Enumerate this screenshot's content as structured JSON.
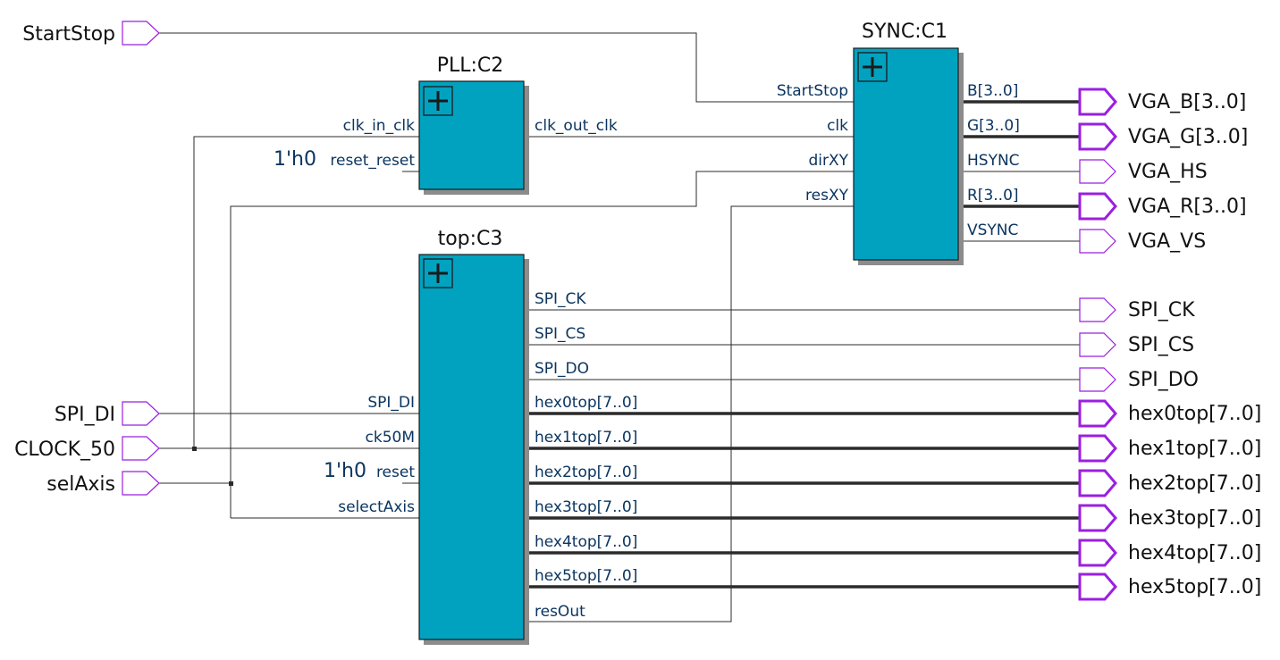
{
  "inputs": {
    "startstop": "StartStop",
    "spi_di": "SPI_DI",
    "clock_50": "CLOCK_50",
    "selaxis": "selAxis"
  },
  "outputs": {
    "vga_b": "VGA_B[3..0]",
    "vga_g": "VGA_G[3..0]",
    "vga_hs": "VGA_HS",
    "vga_r": "VGA_R[3..0]",
    "vga_vs": "VGA_VS",
    "spi_ck": "SPI_CK",
    "spi_cs": "SPI_CS",
    "spi_do": "SPI_DO",
    "hex0": "hex0top[7..0]",
    "hex1": "hex1top[7..0]",
    "hex2": "hex2top[7..0]",
    "hex3": "hex3top[7..0]",
    "hex4": "hex4top[7..0]",
    "hex5": "hex5top[7..0]"
  },
  "pll": {
    "title": "PLL:C2",
    "clk_in": "clk_in_clk",
    "reset": "reset_reset",
    "reset_const": "1'h0",
    "clk_out": "clk_out_clk"
  },
  "sync": {
    "title": "SYNC:C1",
    "in_startstop": "StartStop",
    "in_clk": "clk",
    "in_dirxy": "dirXY",
    "in_resxy": "resXY",
    "out_b": "B[3..0]",
    "out_g": "G[3..0]",
    "out_hsync": "HSYNC",
    "out_r": "R[3..0]",
    "out_vsync": "VSYNC"
  },
  "top": {
    "title": "top:C3",
    "in_spi_di": "SPI_DI",
    "in_ck50m": "ck50M",
    "in_reset": "reset",
    "reset_const": "1'h0",
    "in_selectaxis": "selectAxis",
    "out_spi_ck": "SPI_CK",
    "out_spi_cs": "SPI_CS",
    "out_spi_do": "SPI_DO",
    "out_hex0": "hex0top[7..0]",
    "out_hex1": "hex1top[7..0]",
    "out_hex2": "hex2top[7..0]",
    "out_hex3": "hex3top[7..0]",
    "out_hex4": "hex4top[7..0]",
    "out_hex5": "hex5top[7..0]",
    "out_resout": "resOut"
  },
  "colors": {
    "block_fill": "#00a2c0",
    "pin_stroke": "#9b1fe0",
    "port_text": "#0b3560"
  }
}
